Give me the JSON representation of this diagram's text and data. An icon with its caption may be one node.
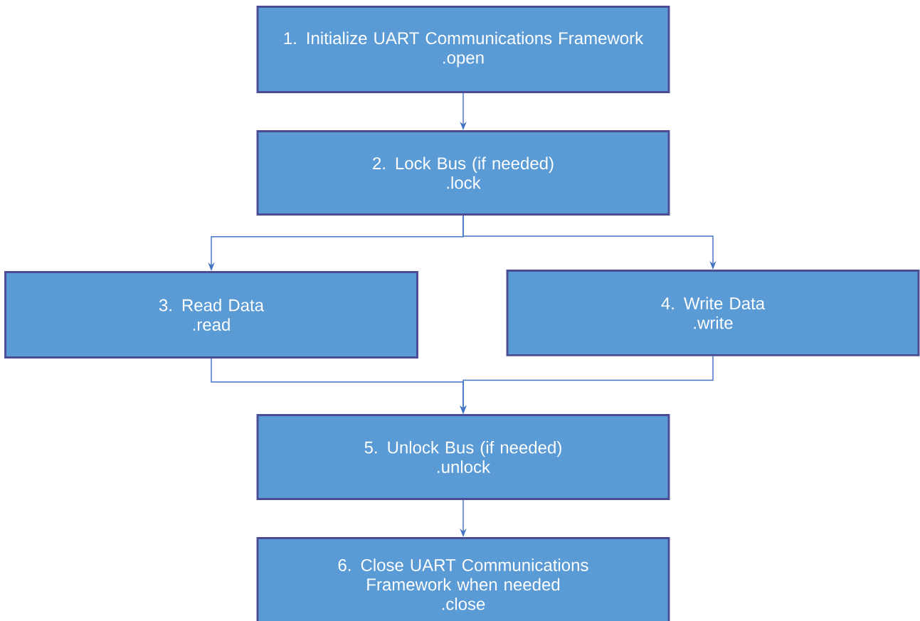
{
  "diagram": {
    "nodes": [
      {
        "text": [
          "1. Initialize UART Communications Framework",
          ".open"
        ]
      },
      {
        "text": [
          "2. Lock Bus (if needed)",
          ".lock"
        ]
      },
      {
        "text": [
          "3. Read Data",
          ".read"
        ]
      },
      {
        "text": [
          "4. Write Data",
          ".write"
        ]
      },
      {
        "text": [
          "5. Unlock Bus (if needed)",
          ".unlock"
        ]
      },
      {
        "text": [
          "6. Close UART Communications Framework when needed",
          ".close"
        ]
      }
    ],
    "edges": [
      {
        "from": 0,
        "to": 1,
        "arrow": "to"
      },
      {
        "from": 1,
        "to": 2,
        "arrow": "to"
      },
      {
        "from": 1,
        "to": 3,
        "arrow": "to"
      },
      {
        "from": 2,
        "to": 4,
        "arrow": "to"
      },
      {
        "from": 3,
        "to": 4,
        "arrow": "to"
      },
      {
        "from": 4,
        "to": 5,
        "arrow": "to"
      }
    ]
  }
}
